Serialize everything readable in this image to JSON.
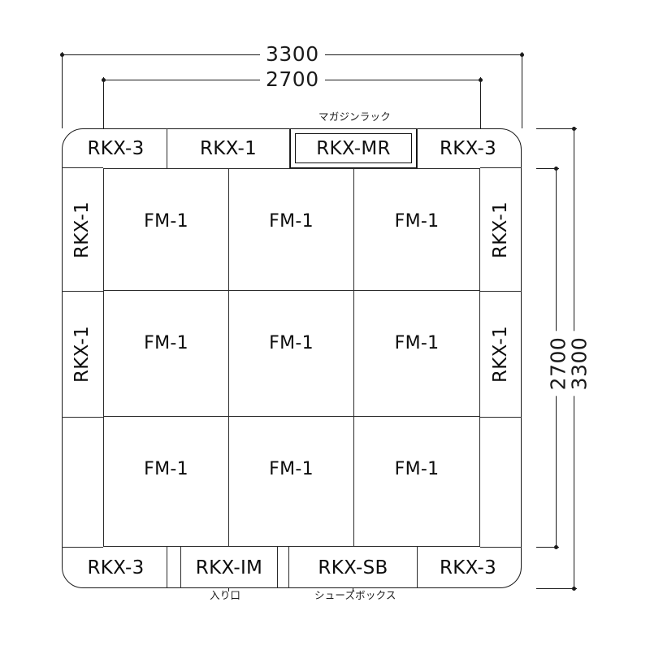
{
  "drawing": {
    "title": "floor-layout-plan",
    "units": "mm"
  },
  "dimensions": {
    "top_outer": "3300",
    "top_inner": "2700",
    "right_outer": "3300",
    "right_inner": "2700"
  },
  "annotations": {
    "magazine_rack": "マガジンラック",
    "entrance": "入り口",
    "shoes_box": "シューズボックス"
  },
  "perimeter": {
    "top": [
      {
        "label": "RKX-3"
      },
      {
        "label": "RKX-1"
      },
      {
        "label": "RKX-MR"
      },
      {
        "label": "RKX-3"
      }
    ],
    "bottom": [
      {
        "label": "RKX-3"
      },
      {
        "label": ""
      },
      {
        "label": "RKX-IM"
      },
      {
        "label": ""
      },
      {
        "label": "RKX-SB"
      },
      {
        "label": "RKX-3"
      }
    ],
    "left": [
      {
        "label": "RKX-1"
      },
      {
        "label": "RKX-1"
      }
    ],
    "right": [
      {
        "label": "RKX-1"
      },
      {
        "label": "RKX-1"
      }
    ]
  },
  "grid": {
    "rows": 3,
    "cols": 3,
    "cells": [
      [
        "FM-1",
        "FM-1",
        "FM-1"
      ],
      [
        "FM-1",
        "FM-1",
        "FM-1"
      ],
      [
        "FM-1",
        "FM-1",
        "FM-1"
      ]
    ]
  },
  "colors": {
    "line": "#1a1a1a",
    "background": "#ffffff",
    "text": "#0d0d0d"
  }
}
